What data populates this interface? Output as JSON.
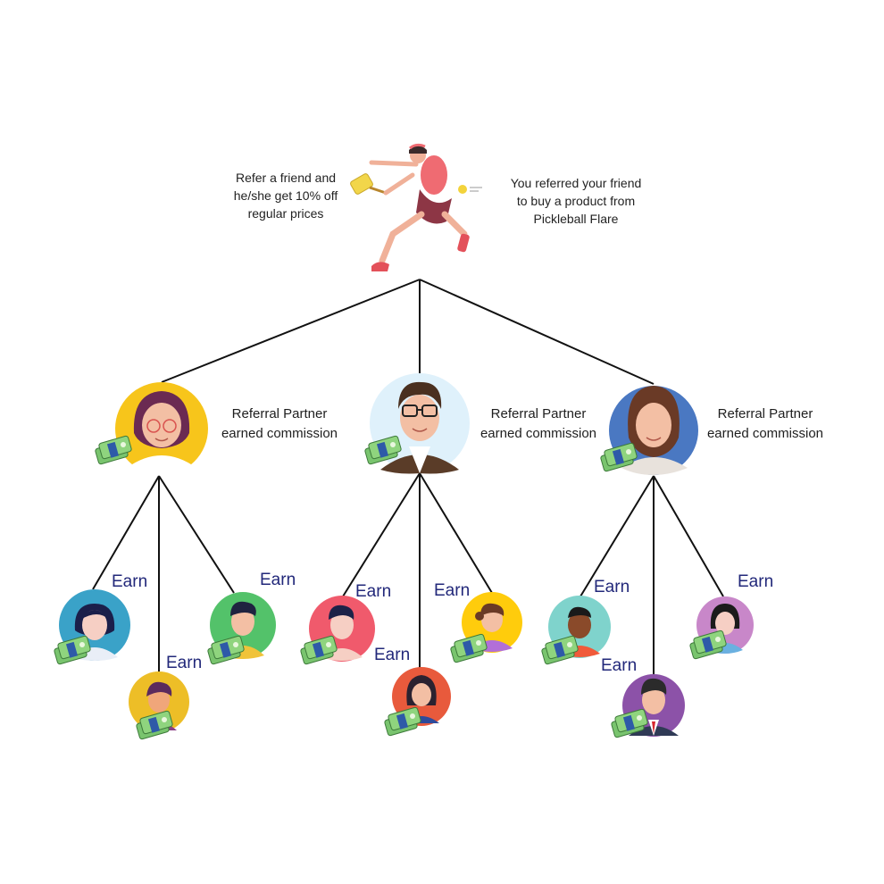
{
  "notes": {
    "left_line1": "Refer a friend and",
    "left_line2": "he/she get 10% off",
    "left_line3": "regular prices",
    "right_line1": "You referred your friend",
    "right_line2": "to buy a product from",
    "right_line3": "Pickleball Flare"
  },
  "partners": [
    {
      "line1": "Referral Partner",
      "line2": "earned commission"
    },
    {
      "line1": "Referral Partner",
      "line2": "earned commission"
    },
    {
      "line1": "Referral Partner",
      "line2": "earned commission"
    }
  ],
  "earn_labels": [
    "Earn",
    "Earn",
    "Earn",
    "Earn",
    "Earn",
    "Earn",
    "Earn",
    "Earn",
    "Earn"
  ],
  "colors": {
    "line": "#111111",
    "earn_text": "#22287a",
    "partner_bg": [
      "#f7c51b",
      "#dff1fb",
      "#4a78c2"
    ],
    "child_bg": [
      "#3aa2c8",
      "#edbe27",
      "#53c26a",
      "#f05a6c",
      "#e85a3c",
      "#ffcc0c",
      "#7fd3cc",
      "#8c52a8",
      "#c887c9"
    ]
  },
  "icons": [
    "pickleball-player-illustration",
    "person-avatar-icon",
    "money-stack-icon"
  ]
}
